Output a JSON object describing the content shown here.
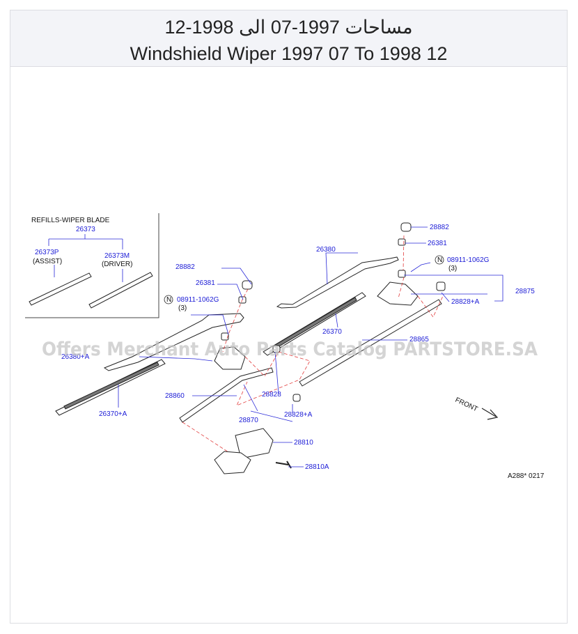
{
  "header": {
    "title_ar": "مساحات 1997-07 الى 1998-12",
    "title_en": "Windshield Wiper 1997 07 To 1998 12"
  },
  "watermark": "Offers Merchant Auto Parts Catalog PARTSTORE.SA",
  "inset": {
    "heading": "REFILLS-WIPER  BLADE",
    "part_main": "26373",
    "part_left": "26373P",
    "part_left_note": "(ASSIST)",
    "part_right": "26373M",
    "part_right_note": "(DRIVER)"
  },
  "labels": {
    "p28882_top": "28882",
    "p26381_top": "26381",
    "p26380": "26380",
    "p08911_right": "08911-1062G",
    "p08911_right_qty": "(3)",
    "p28875": "28875",
    "p28828A_right": "28828+A",
    "p26370": "26370",
    "p28865": "28865",
    "p28882_left": "28882",
    "p26381_left": "26381",
    "p08911_left": "08911-1062G",
    "p08911_left_qty": "(3)",
    "p26380A": "26380+A",
    "p28860": "28860",
    "p28828": "28828",
    "p26370A": "26370+A",
    "p28870": "28870",
    "p28828A_bottom": "28828+A",
    "p28810": "28810",
    "p28810A": "28810A",
    "n_symbol": "N",
    "front": "FRONT",
    "figure_code": "A288*  0217"
  },
  "colors": {
    "label_blue": "#1b1bd6",
    "leader_blue": "#2727d8",
    "phantom_red": "#e23b3b",
    "header_bg": "#f3f4f8"
  }
}
